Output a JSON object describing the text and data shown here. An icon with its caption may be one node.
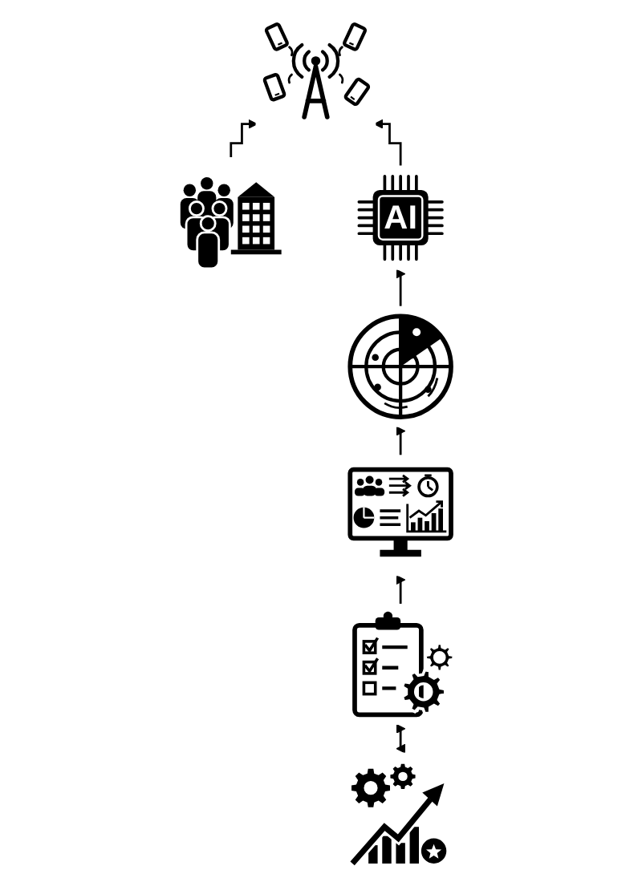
{
  "diagram": {
    "nodes": [
      {
        "text": [],
        "shape": "picture"
      },
      {
        "text": [],
        "shape": "picture"
      },
      {
        "text": [
          "AI"
        ]
      },
      {
        "text": [],
        "shape": "picture"
      },
      {
        "text": [],
        "shape": "picture"
      },
      {
        "text": [],
        "shape": "picture"
      },
      {
        "text": [],
        "shape": "picture"
      }
    ],
    "edges": [
      {
        "from": 0,
        "to": 1,
        "arrow": "to"
      },
      {
        "from": 2,
        "to": 1,
        "arrow": "to"
      },
      {
        "from": 3,
        "to": 2,
        "arrow": "to"
      },
      {
        "from": 4,
        "to": 3,
        "arrow": "to"
      },
      {
        "from": 5,
        "to": 4,
        "arrow": "to"
      },
      {
        "from": 6,
        "to": 5,
        "arrow": "both"
      }
    ]
  }
}
